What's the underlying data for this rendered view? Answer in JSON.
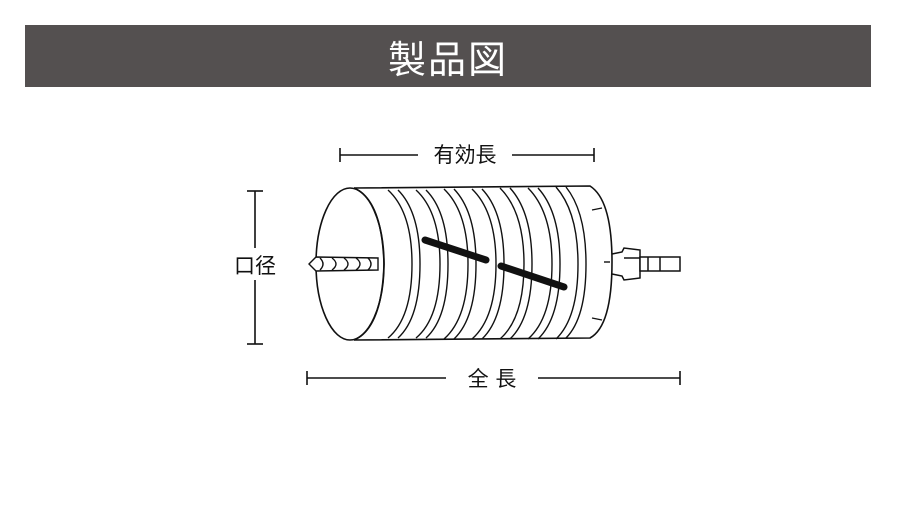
{
  "title": "製品図",
  "labels": {
    "effective_length": "有効長",
    "diameter": "口径",
    "total_length": "全 長"
  },
  "colors": {
    "header_bg": "#545050",
    "header_text": "#ffffff",
    "line": "#111111"
  }
}
